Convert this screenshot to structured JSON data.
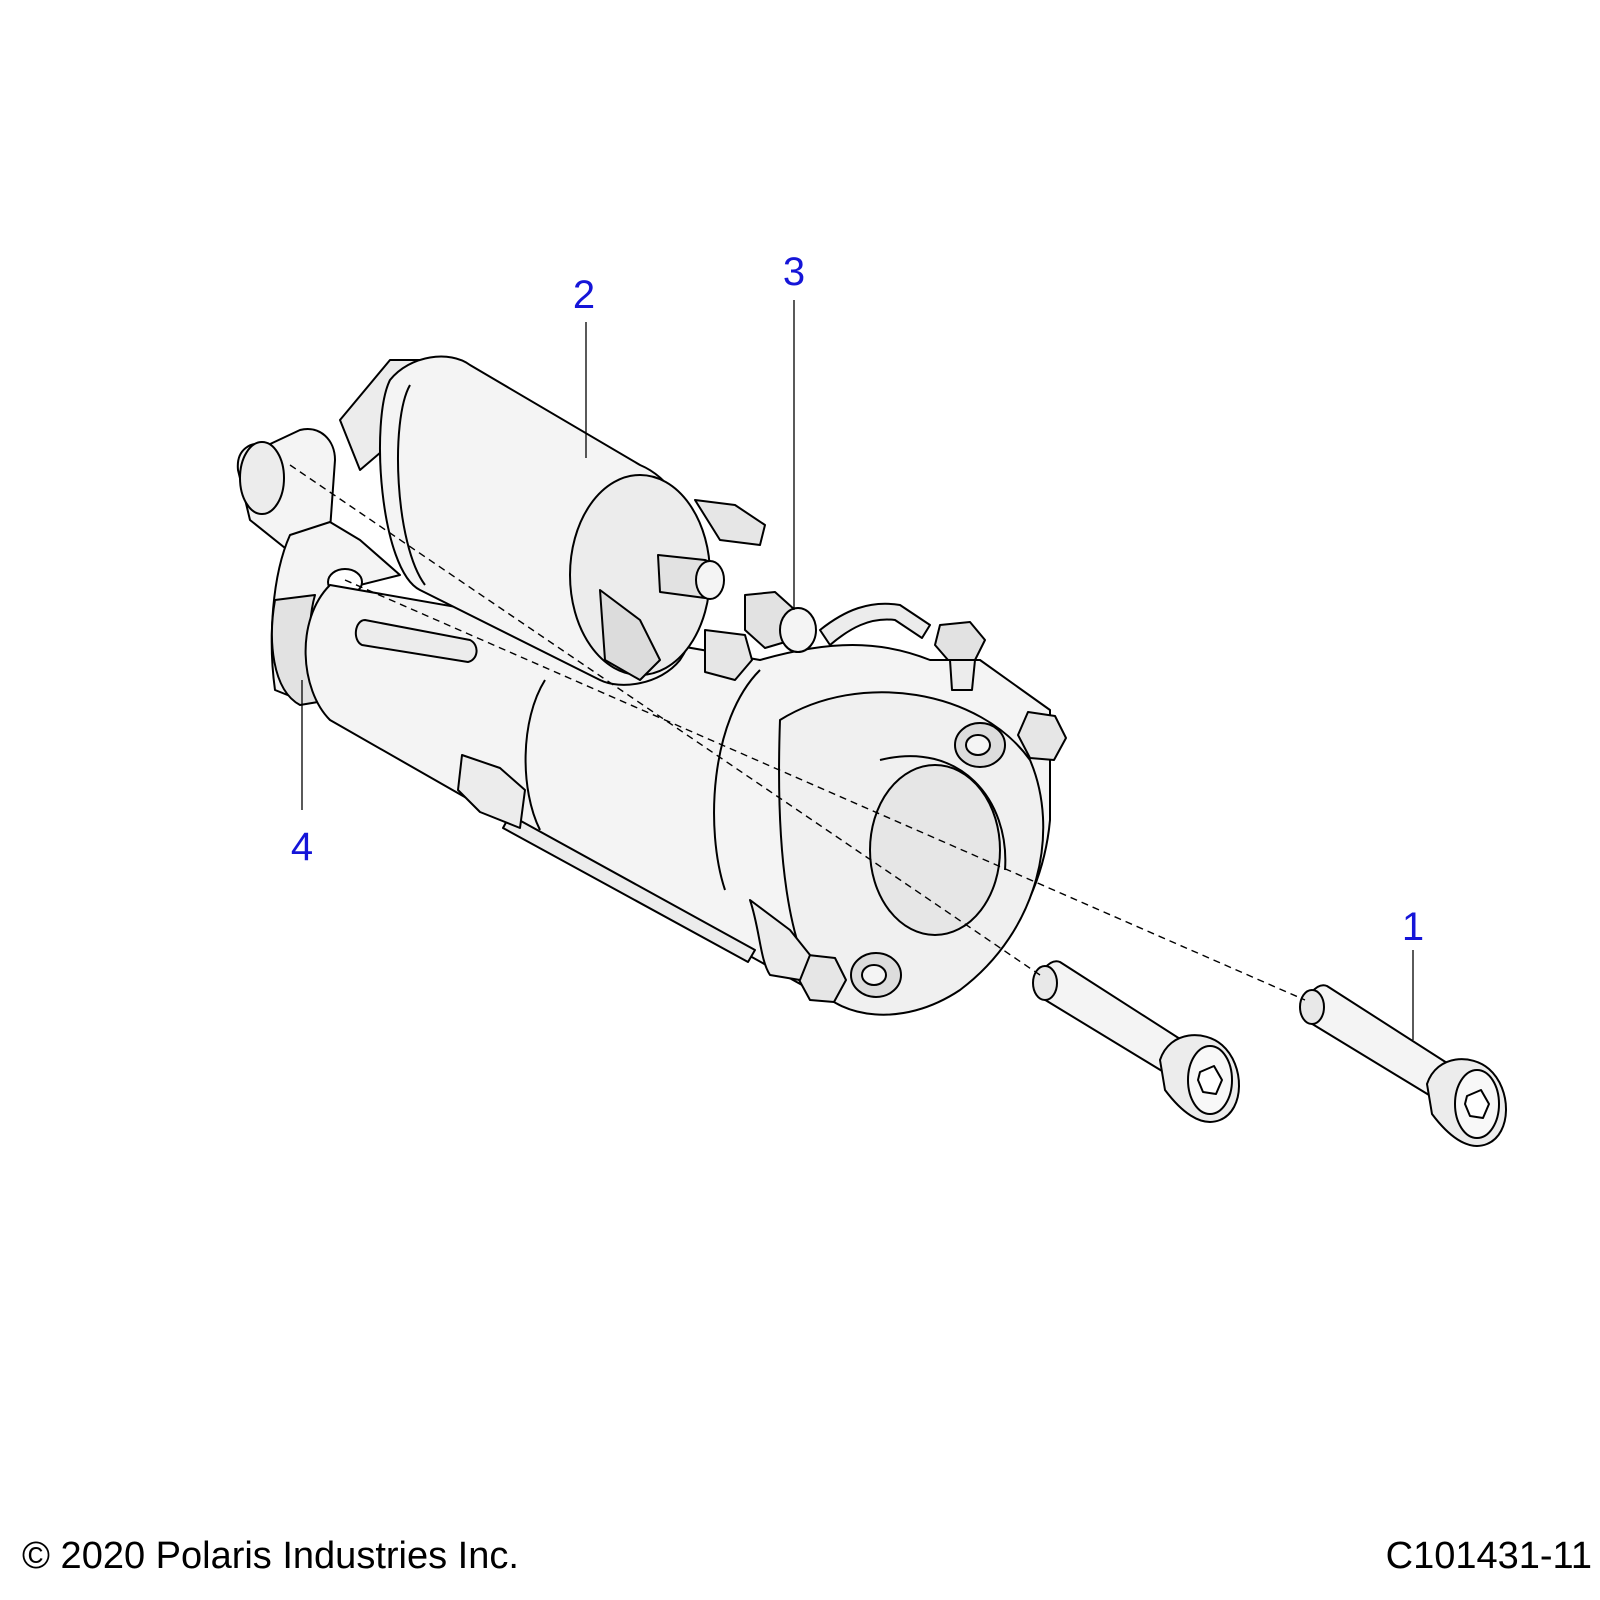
{
  "colors": {
    "callout": "#1515d8",
    "line": "#000000",
    "fill": "#f4f4f4",
    "shade": "#d8d8d8"
  },
  "callouts": [
    {
      "id": "1",
      "label": "1"
    },
    {
      "id": "2",
      "label": "2"
    },
    {
      "id": "3",
      "label": "3"
    },
    {
      "id": "4",
      "label": "4"
    }
  ],
  "footer": {
    "copyright": "© 2020 Polaris Industries Inc.",
    "code": "C101431-11"
  }
}
